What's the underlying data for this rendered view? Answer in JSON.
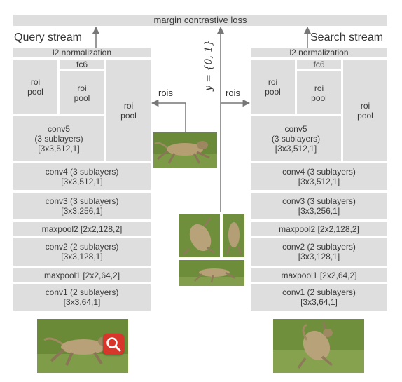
{
  "loss": {
    "label": "margin contrastive loss"
  },
  "y_label": "y = {0, 1}",
  "rois_label": "rois",
  "query": {
    "title": "Query stream",
    "l2": "l2 normalization",
    "fc6": "fc6",
    "roi_pool": "roi\npool",
    "conv5": "conv5\n(3 sublayers)\n[3x3,512,1]",
    "conv4": "conv4 (3 sublayers)\n[3x3,512,1]",
    "conv3": "conv3 (3 sublayers)\n[3x3,256,1]",
    "maxpool2": "maxpool2 [2x2,128,2]",
    "conv2": "conv2 (2 sublayers)\n[3x3,128,1]",
    "maxpool1": "maxpool1 [2x2,64,2]",
    "conv1": "conv1 (2 sublayers)\n[3x3,64,1]"
  },
  "search": {
    "title": "Search stream",
    "l2": "l2 normalization",
    "fc6": "fc6",
    "roi_pool": "roi\npool",
    "conv5": "conv5\n(3 sublayers)\n[3x3,512,1]",
    "conv4": "conv4 (3 sublayers)\n[3x3,512,1]",
    "conv3": "conv3 (3 sublayers)\n[3x3,256,1]",
    "maxpool2": "maxpool2 [2x2,128,2]",
    "conv2": "conv2 (2 sublayers)\n[3x3,128,1]",
    "maxpool1": "maxpool1 [2x2,64,2]",
    "conv1": "conv1 (2 sublayers)\n[3x3,64,1]"
  },
  "colors": {
    "box": "#dedede",
    "line": "#777777",
    "grass": "#6f8f3c",
    "search_badge": "#d7372a"
  },
  "icons": {
    "query_badge": "magnifier-icon"
  }
}
